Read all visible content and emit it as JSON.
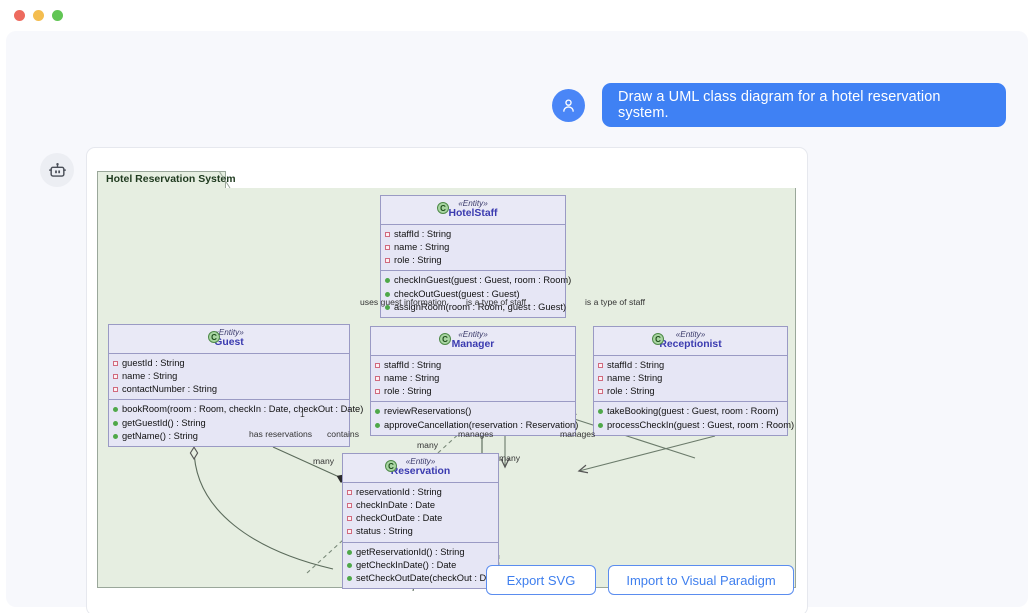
{
  "window": {
    "traffic_lights": [
      "close",
      "minimize",
      "maximize"
    ],
    "colors": {
      "close": "#ed6a5e",
      "minimize": "#f4bd4f",
      "maximize": "#61c554"
    }
  },
  "conversation": {
    "user_avatar_icon": "person-icon",
    "user_message": "Draw a UML class diagram for a hotel reservation system.",
    "assistant_avatar_icon": "robot-icon",
    "bubble_color": "#3f81f4"
  },
  "diagram": {
    "package_name": "Hotel Reservation System",
    "package_fill": "#e6eee1",
    "class_fill": "#e6e6f5",
    "class_border": "#9a9ac4",
    "class_icon_letter": "C",
    "classes": [
      {
        "id": "hotelstaff",
        "stereotype": "«Entity»",
        "name": "HotelStaff",
        "attributes": [
          "staffId : String",
          "name : String",
          "role : String"
        ],
        "methods": [
          "checkInGuest(guest : Guest, room : Room)",
          "checkOutGuest(guest : Guest)",
          "assignRoom(room : Room, guest : Guest)"
        ]
      },
      {
        "id": "guest",
        "stereotype": "«Entity»",
        "name": "Guest",
        "attributes": [
          "guestId : String",
          "name : String",
          "contactNumber : String"
        ],
        "methods": [
          "bookRoom(room : Room, checkIn : Date, checkOut : Date)",
          "getGuestId() : String",
          "getName() : String"
        ]
      },
      {
        "id": "manager",
        "stereotype": "«Entity»",
        "name": "Manager",
        "attributes": [
          "staffId : String",
          "name : String",
          "role : String"
        ],
        "methods": [
          "reviewReservations()",
          "approveCancellation(reservation : Reservation)"
        ]
      },
      {
        "id": "receptionist",
        "stereotype": "«Entity»",
        "name": "Receptionist",
        "attributes": [
          "staffId : String",
          "name : String",
          "role : String"
        ],
        "methods": [
          "takeBooking(guest : Guest, room : Room)",
          "processCheckIn(guest : Guest, room : Room)"
        ]
      },
      {
        "id": "reservation",
        "stereotype": "«Entity»",
        "name": "Reservation",
        "attributes": [
          "reservationId : String",
          "checkInDate : Date",
          "checkOutDate : Date",
          "status : String"
        ],
        "methods": [
          "getReservationId() : String",
          "getCheckInDate() : Date",
          "setCheckOutDate(checkOut : Date)"
        ]
      }
    ],
    "edge_labels": [
      {
        "id": "uses-guest-information",
        "text": "uses guest information"
      },
      {
        "id": "is-a-type-of-staff-manager",
        "text": "is a type of staff"
      },
      {
        "id": "is-a-type-of-staff-receptionist",
        "text": "is a type of staff"
      },
      {
        "id": "has-reservations",
        "text": "has reservations"
      },
      {
        "id": "contains",
        "text": "contains"
      },
      {
        "id": "manages-manager",
        "text": "manages"
      },
      {
        "id": "manages-receptionist",
        "text": "manages"
      },
      {
        "id": "many-guest",
        "text": "many"
      },
      {
        "id": "many-manager",
        "text": "many"
      },
      {
        "id": "many-receptionist",
        "text": "many"
      },
      {
        "id": "one-guest",
        "text": "1"
      }
    ]
  },
  "footer": {
    "export_label": "Export SVG",
    "import_label": "Import to Visual Paradigm",
    "accent": "#3f7fee"
  }
}
